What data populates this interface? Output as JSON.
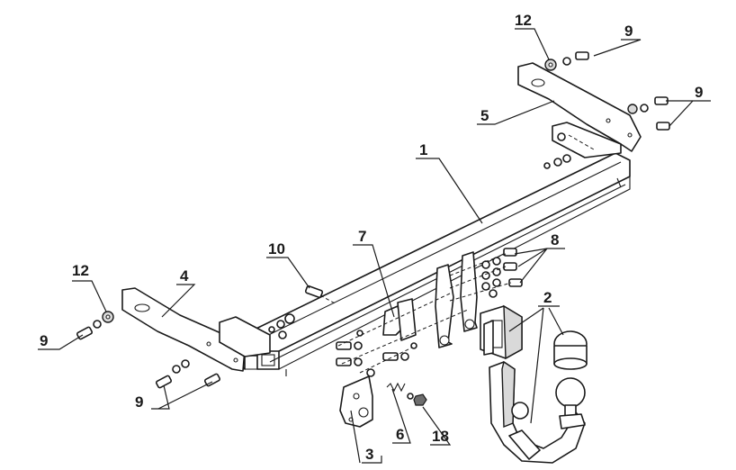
{
  "labels": {
    "p1": "1",
    "p2": "2",
    "p3": "3",
    "p4": "4",
    "p5": "5",
    "p6": "6",
    "p7": "7",
    "p8": "8",
    "p9_left": "9",
    "p9_bottom": "9",
    "p9_top": "9",
    "p9_right": "9",
    "p10": "10",
    "p12_left": "12",
    "p12_top": "12",
    "p18": "18"
  }
}
